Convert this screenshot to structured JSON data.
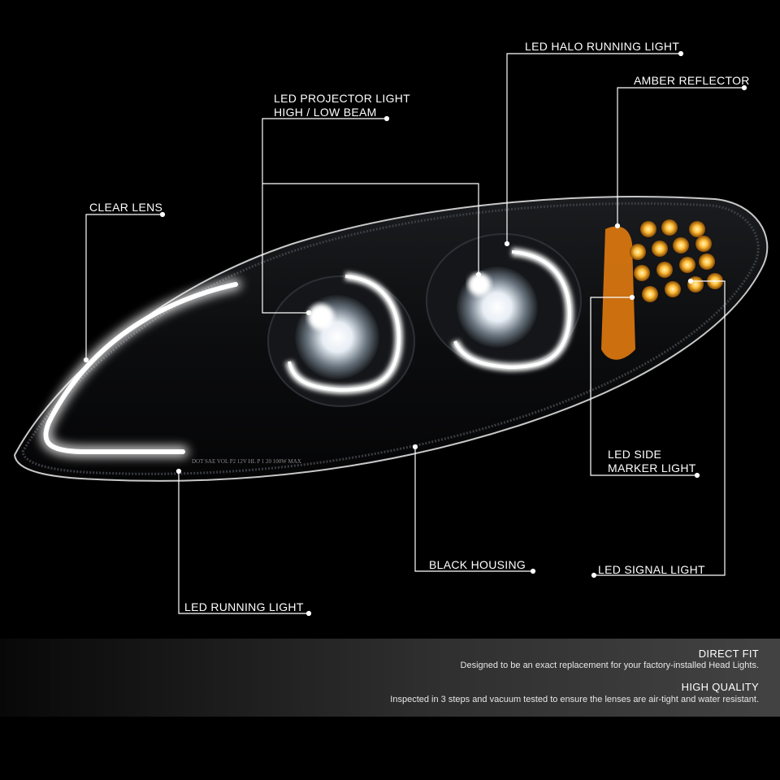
{
  "callouts": {
    "halo": "LED HALO RUNNING LIGHT",
    "amber": "AMBER REFLECTOR",
    "projector_1": "LED PROJECTOR LIGHT",
    "projector_2": "HIGH / LOW BEAM",
    "clear_lens": "CLEAR LENS",
    "side_marker_1": "LED SIDE",
    "side_marker_2": "MARKER LIGHT",
    "housing": "BLACK HOUSING",
    "signal": "LED SIGNAL LIGHT",
    "running": "LED RUNNING LIGHT"
  },
  "features": [
    {
      "title": "DIRECT FIT",
      "text": "Designed to be an exact replacement for your factory-installed Head Lights."
    },
    {
      "title": "HIGH QUALITY",
      "text": "Inspected in 3 steps and vacuum tested to ensure the lenses are air-tight and water resistant."
    }
  ],
  "lens_marking": "DOT SAE VOL P2 12V HL P 1 20 100W MAX",
  "colors": {
    "background": "#000000",
    "text": "#ffffff",
    "amber": "#f5a623",
    "halo": "#ffffff"
  }
}
